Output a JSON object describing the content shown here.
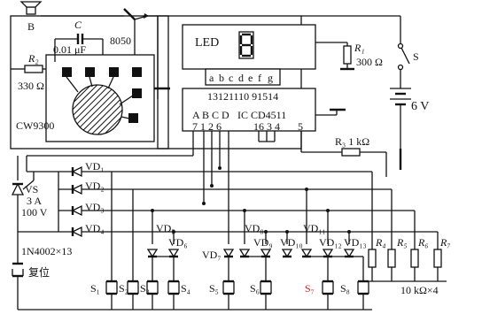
{
  "labels": {
    "speaker": "B",
    "capacitor": "C",
    "capacitor_value": "0.01 μF",
    "transistor": "8050",
    "resistor_r2": "R₂",
    "resistor_r2_value": "330 Ω",
    "chip_sound": "CW9300",
    "display": "LED",
    "resistor_r1": "R₁",
    "resistor_r1_value": "300 Ω",
    "switch_s": "S",
    "battery": "6 V",
    "segments": [
      "a",
      "b",
      "c",
      "d",
      "e",
      "f",
      "g"
    ],
    "segment_pins": "13121110 91514",
    "ic_inputs": "A B C D",
    "ic_input_pins": "7 1 2 6",
    "ic_name": "IC CD4511",
    "ic_pins_right": "16 3 4",
    "ic_pin_5": "5",
    "resistor_r3": "R₃ 1 kΩ",
    "vs": "VS",
    "vs_rating_1": "3 A",
    "vs_rating_2": "100 V",
    "vd_1": "VD₁",
    "vd_2": "VD₂",
    "vd_3": "VD₃",
    "vd_4": "VD₄",
    "vd_5": "VD₅",
    "vd_6": "VD₆",
    "vd_7": "VD₇",
    "vd_8": "VD₈",
    "vd_9": "VD₉",
    "vd_10": "VD₁₀",
    "vd_11": "VD₁₁",
    "vd_12": "VD₁₂",
    "vd_13": "VD₁₃",
    "diode_type": "1N4002×13",
    "reset": "复位",
    "resistor_r4": "R₄",
    "resistor_r5": "R₅",
    "resistor_r6": "R₆",
    "resistor_r7": "R₇",
    "resistor_pulldown_value": "10 kΩ×4",
    "switches": [
      "S₁",
      "S₂",
      "S₃",
      "S₄",
      "S₅",
      "S₆",
      "S₇",
      "S₈"
    ]
  },
  "colors": {
    "highlight": "#cc2222",
    "ink": "#111111"
  }
}
